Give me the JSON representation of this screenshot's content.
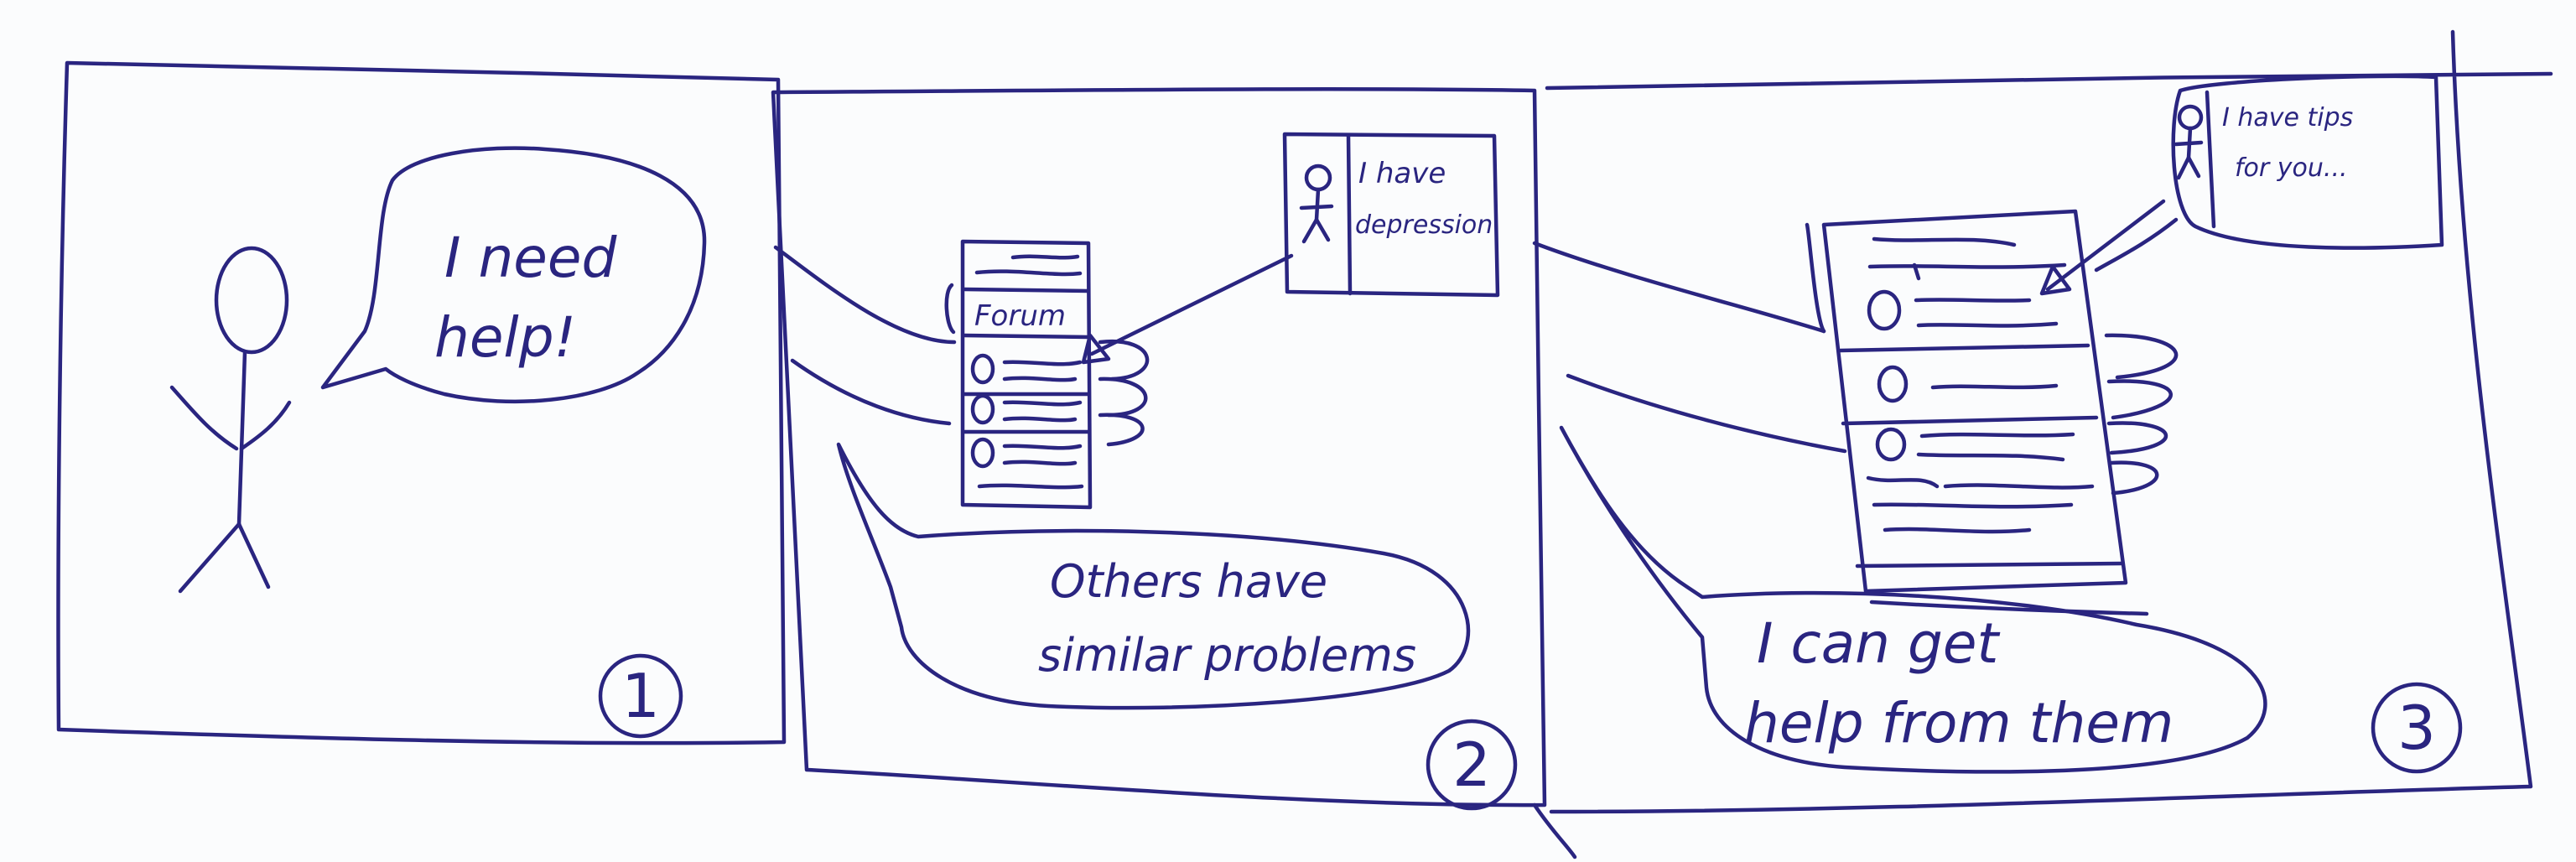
{
  "colors": {
    "ink": "#2a2580",
    "paper": "#fbfcfd"
  },
  "panels": [
    {
      "number": "1",
      "speech_line1": "I need",
      "speech_line2": "help!"
    },
    {
      "number": "2",
      "phone_header": "Forum",
      "post_line1": "I have",
      "post_line2": "depression",
      "speech_line1": "Others have",
      "speech_line2": "similar problems"
    },
    {
      "number": "3",
      "post_line1": "I have tips",
      "post_line2": "for you...",
      "speech_line1": "I can get",
      "speech_line2": "help from them"
    }
  ]
}
